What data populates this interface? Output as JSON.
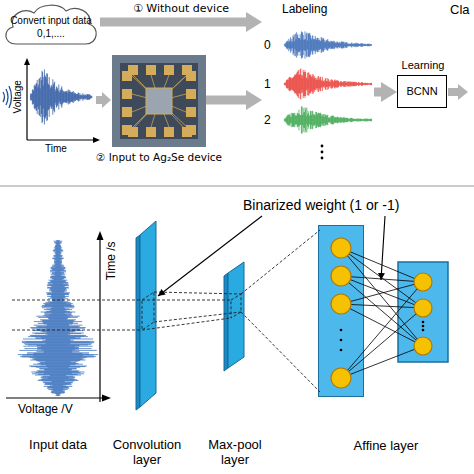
{
  "diagram": {
    "nodes": [
      {
        "text": [
          "Convert input data",
          "0,1,...."
        ]
      },
      {
        "text": [
          "② Input to Ag₂Se device"
        ]
      },
      {
        "text": [
          "Labeling",
          "0",
          "1",
          "2"
        ]
      },
      {
        "text": [
          "Learning",
          "BCNN"
        ]
      },
      {
        "text": [
          "Convolution layer"
        ]
      },
      {
        "text": [
          "Max-pool layer"
        ]
      },
      {
        "text": [
          "Affine layer"
        ]
      }
    ],
    "edges": [
      {
        "from": 0,
        "to": 2,
        "label": "① Without device",
        "arrow": "to"
      },
      {
        "from": 1,
        "to": 2,
        "arrow": "to"
      },
      {
        "from": 2,
        "to": 3,
        "arrow": "to"
      }
    ],
    "labels": [
      "Voltage",
      "Time",
      "Cla",
      "Binarized weight (1 or -1)",
      "Time /s",
      "Voltage /V",
      "Input data"
    ]
  }
}
